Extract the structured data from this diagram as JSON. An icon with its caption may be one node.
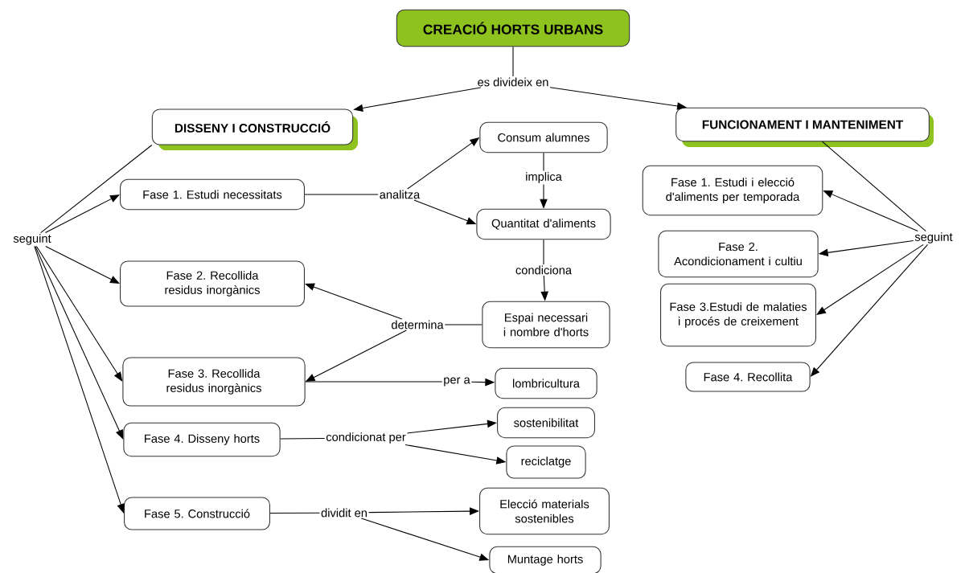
{
  "diagram": {
    "nodes": [
      {
        "text": [
          "CREACIÓ HORTS URBANS"
        ]
      },
      {
        "text": [
          "es divideix en"
        ]
      },
      {
        "text": [
          "DISSENY I CONSTRUCCIÓ"
        ]
      },
      {
        "text": [
          "FUNCIONAMENT I MANTENIMENT"
        ]
      },
      {
        "text": [
          "seguint"
        ]
      },
      {
        "text": [
          "Fase 1. Estudi necessitats"
        ]
      },
      {
        "text": [
          "analitza"
        ]
      },
      {
        "text": [
          "Consum alumnes"
        ]
      },
      {
        "text": [
          "implica"
        ]
      },
      {
        "text": [
          "Quantitat d'aliments"
        ]
      },
      {
        "text": [
          "condiciona"
        ]
      },
      {
        "text": [
          "Fase 2. Recollida residus inorgànics"
        ]
      },
      {
        "text": [
          "Espai necessari i nombre d'horts"
        ]
      },
      {
        "text": [
          "determina"
        ]
      },
      {
        "text": [
          "Fase 3. Recollida residus inorgànics"
        ]
      },
      {
        "text": [
          "per a"
        ]
      },
      {
        "text": [
          "lombricultura"
        ]
      },
      {
        "text": [
          "Fase 4. Disseny horts"
        ]
      },
      {
        "text": [
          "condicionat per"
        ]
      },
      {
        "text": [
          "sostenibilitat"
        ]
      },
      {
        "text": [
          "reciclatge"
        ]
      },
      {
        "text": [
          "Fase 5. Construcció"
        ]
      },
      {
        "text": [
          "dividit en"
        ]
      },
      {
        "text": [
          "Elecció materials sostenibles"
        ]
      },
      {
        "text": [
          "Muntage horts"
        ]
      },
      {
        "text": [
          "Fase 1. Estudi i elecció d'aliments per temporada"
        ]
      },
      {
        "text": [
          "seguint"
        ]
      },
      {
        "text": [
          "Fase 2. Acondicionament i cultiu"
        ]
      },
      {
        "text": [
          "Fase 3.Estudi de malaties i procés de creixement"
        ]
      },
      {
        "text": [
          "Fase 4. Recollita"
        ]
      }
    ],
    "edges": [
      {
        "from": 0,
        "to": 1,
        "arrow": "none"
      },
      {
        "from": 1,
        "to": 2,
        "arrow": "to"
      },
      {
        "from": 1,
        "to": 3,
        "arrow": "to"
      },
      {
        "from": 2,
        "to": 4,
        "arrow": "none"
      },
      {
        "from": 4,
        "to": 5,
        "arrow": "to"
      },
      {
        "from": 4,
        "to": 11,
        "arrow": "to"
      },
      {
        "from": 4,
        "to": 14,
        "arrow": "to"
      },
      {
        "from": 4,
        "to": 17,
        "arrow": "to"
      },
      {
        "from": 4,
        "to": 21,
        "arrow": "to"
      },
      {
        "from": 5,
        "to": 6,
        "arrow": "none"
      },
      {
        "from": 6,
        "to": 7,
        "arrow": "to"
      },
      {
        "from": 6,
        "to": 9,
        "arrow": "to"
      },
      {
        "from": 7,
        "to": 8,
        "arrow": "none"
      },
      {
        "from": 8,
        "to": 9,
        "arrow": "to"
      },
      {
        "from": 9,
        "to": 10,
        "arrow": "none"
      },
      {
        "from": 10,
        "to": 12,
        "arrow": "to"
      },
      {
        "from": 12,
        "to": 13,
        "arrow": "none"
      },
      {
        "from": 13,
        "to": 11,
        "arrow": "to"
      },
      {
        "from": 13,
        "to": 14,
        "arrow": "to"
      },
      {
        "from": 14,
        "to": 15,
        "arrow": "none"
      },
      {
        "from": 15,
        "to": 16,
        "arrow": "to"
      },
      {
        "from": 17,
        "to": 18,
        "arrow": "none"
      },
      {
        "from": 18,
        "to": 19,
        "arrow": "to"
      },
      {
        "from": 18,
        "to": 20,
        "arrow": "to"
      },
      {
        "from": 21,
        "to": 22,
        "arrow": "none"
      },
      {
        "from": 22,
        "to": 23,
        "arrow": "to"
      },
      {
        "from": 22,
        "to": 24,
        "arrow": "to"
      },
      {
        "from": 3,
        "to": 26,
        "arrow": "none"
      },
      {
        "from": 26,
        "to": 25,
        "arrow": "to"
      },
      {
        "from": 26,
        "to": 27,
        "arrow": "to"
      },
      {
        "from": 26,
        "to": 28,
        "arrow": "to"
      },
      {
        "from": 26,
        "to": 29,
        "arrow": "to"
      }
    ]
  }
}
